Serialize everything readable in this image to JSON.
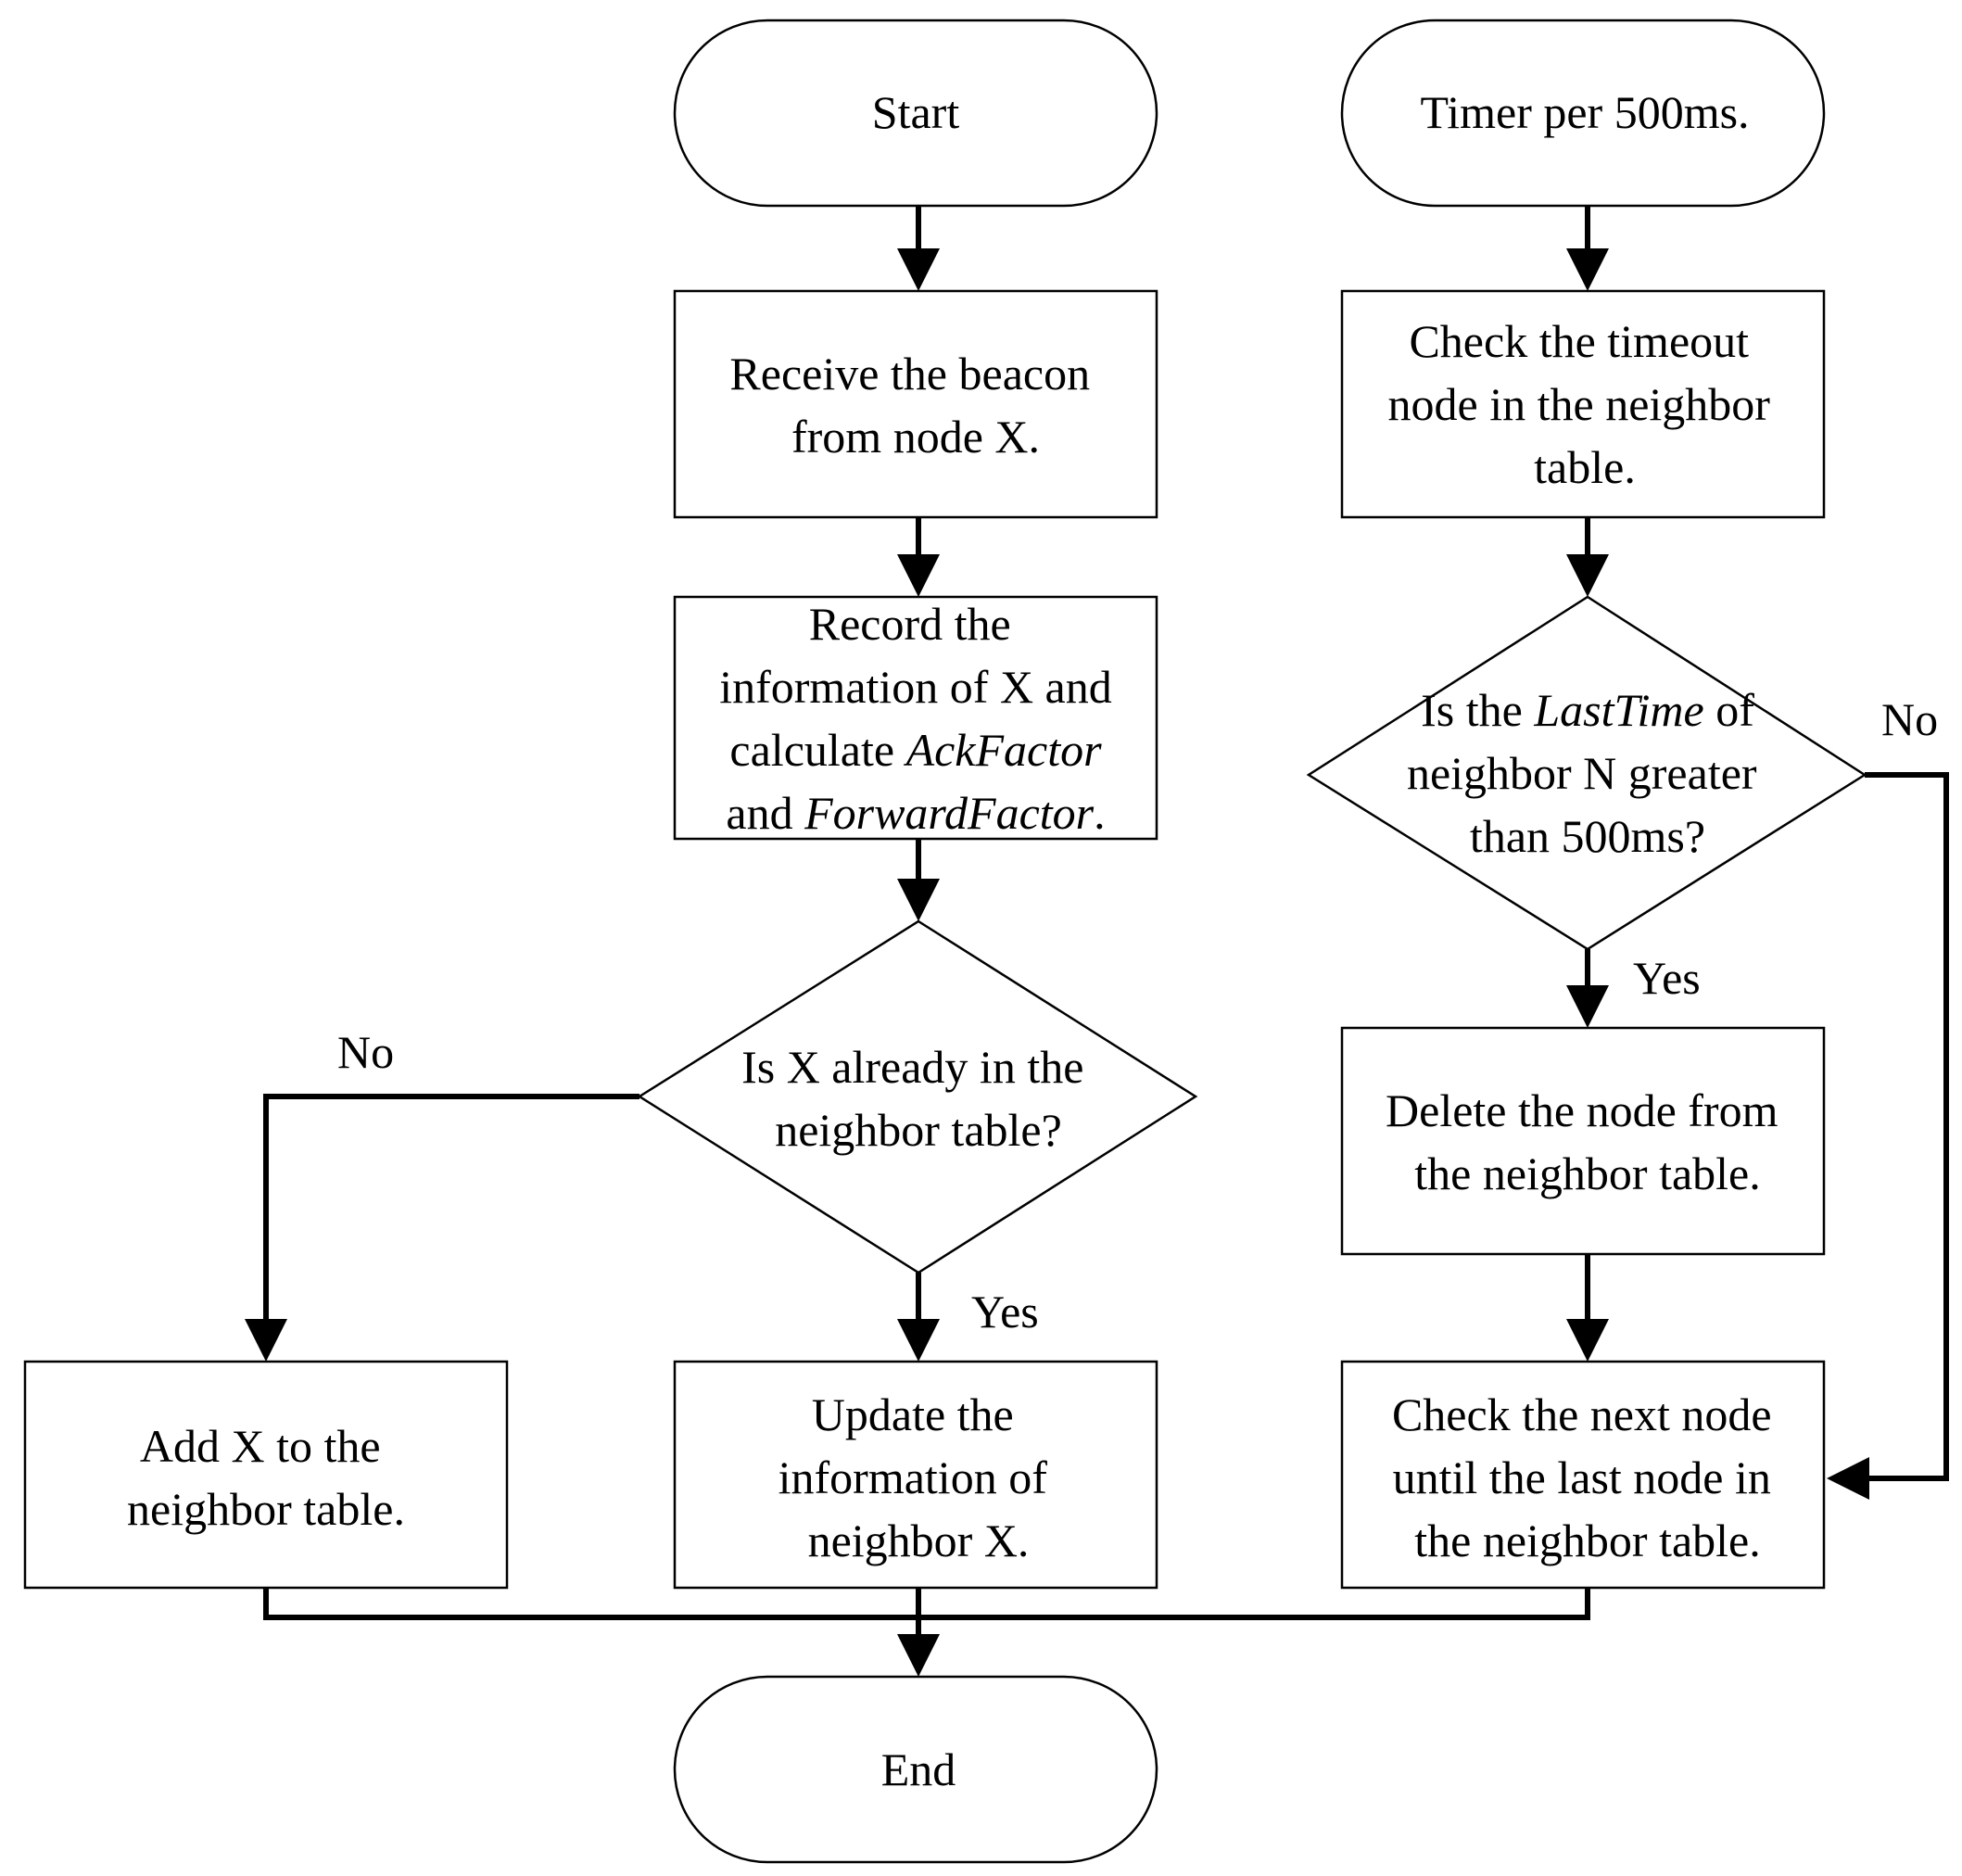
{
  "nodes": {
    "start": {
      "label": "Start"
    },
    "timer": {
      "label": "Timer per 500ms."
    },
    "receive_beacon": {
      "lines": [
        "Receive the beacon",
        "from node X."
      ]
    },
    "check_timeout": {
      "lines": [
        "Check the timeout",
        "node in the neighbor",
        "table."
      ]
    },
    "record_info": {
      "line1": "Record the",
      "line2": "information of X and",
      "line3_plain": "calculate ",
      "line3_italic": "AckFactor",
      "line4_plain": "and ",
      "line4_italic": "ForwardFactor",
      "line4_end": "."
    },
    "is_in_table": {
      "lines": [
        "Is X already in the",
        "neighbor table?"
      ]
    },
    "is_lasttime": {
      "line1_a": "Is the ",
      "line1_italic": "LastTime",
      "line1_b": " of",
      "line2": "neighbor N greater",
      "line3": "than 500ms?"
    },
    "add_x": {
      "lines": [
        "Add X to the",
        "neighbor table."
      ]
    },
    "update_x": {
      "lines": [
        "Update the",
        "information of",
        "neighbor X."
      ]
    },
    "delete_node": {
      "lines": [
        "Delete the node from",
        "the neighbor table."
      ]
    },
    "check_next": {
      "lines": [
        "Check the next node",
        "until the last node in",
        "the neighbor table."
      ]
    },
    "end": {
      "label": "End"
    }
  },
  "edge_labels": {
    "in_table_no": "No",
    "in_table_yes": "Yes",
    "lasttime_no": "No",
    "lasttime_yes": "Yes"
  }
}
